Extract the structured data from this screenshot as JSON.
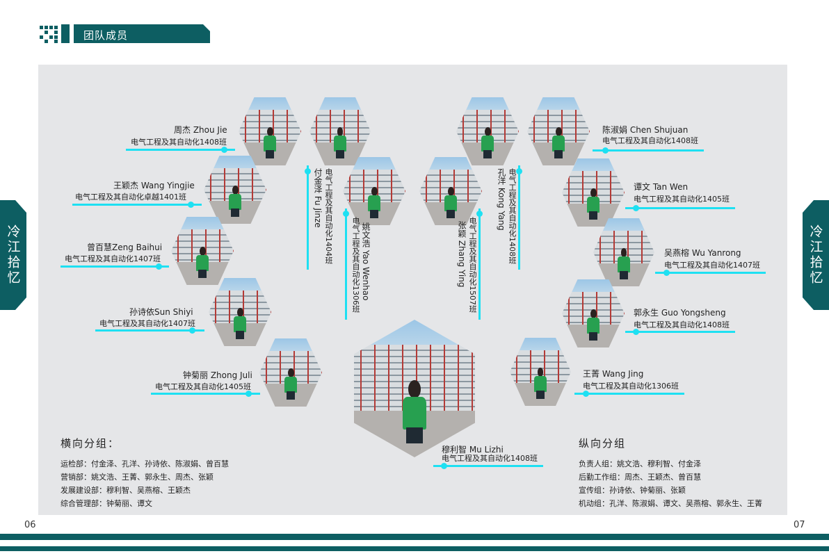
{
  "header": {
    "title": "团队成员"
  },
  "side_tab": {
    "left": "冷江拾忆",
    "right": "冷江拾忆"
  },
  "members": [
    {
      "name": "周杰 Zhou Jie",
      "class": "电气工程及其自动化1408班"
    },
    {
      "name": "王颖杰 Wang Yingjie",
      "class": "电气工程及其自动化卓越1401班"
    },
    {
      "name": "曾百慧Zeng Baihui",
      "class": "电气工程及其自动化1407班"
    },
    {
      "name": "孙诗依Sun Shiyi",
      "class": "电气工程及其自动化1407班"
    },
    {
      "name": "钟菊丽 Zhong Juli",
      "class": "电气工程及其自动化1405班"
    },
    {
      "name": "付金泽 Fu Jinze",
      "class": "电气工程及其自动化1404班"
    },
    {
      "name": "姚文浩 Yao Wenhao",
      "class": "电气工程及其自动化1306班"
    },
    {
      "name": "张颖 Zhang Ying",
      "class": "电气工程及其自动化1507班"
    },
    {
      "name": "孔洋 Kong Yang",
      "class": "电气工程及其自动化1408班"
    },
    {
      "name": "陈淑娟 Chen Shujuan",
      "class": "电气工程及其自动化1408班"
    },
    {
      "name": "谭文 Tan Wen",
      "class": "电气工程及其自动化1405班"
    },
    {
      "name": "吴燕榕 Wu Yanrong",
      "class": "电气工程及其自动化1407班"
    },
    {
      "name": "郭永生 Guo Yongsheng",
      "class": "电气工程及其自动化1408班"
    },
    {
      "name": "王菁 Wang Jing",
      "class": "电气工程及其自动化1306班"
    },
    {
      "name": "穆利智 Mu Lizhi",
      "class": "电气工程及其自动化1408班"
    }
  ],
  "horizontal_groups": {
    "title": "横向分组：",
    "lines": [
      "运检部：付金泽、孔洋、孙诗依、陈淑娟、曾百慧",
      "营销部：姚文浩、王菁、郭永生、周杰、张颖",
      "发展建设部：穆利智、吴燕榕、王颖杰",
      "综合管理部：钟菊丽、谭文"
    ]
  },
  "vertical_groups": {
    "title": "纵向分组",
    "lines": [
      "负责人组：姚文浩、穆利智、付金泽",
      "后勤工作组：周杰、王颖杰、曾百慧",
      "宣传组：孙诗依、钟菊丽、张颖",
      "机动组：孔洋、陈淑娟、谭文、吴燕榕、郭永生、王菁"
    ]
  },
  "page_numbers": {
    "left": "06",
    "right": "07"
  },
  "colors": {
    "brand": "#0d5e62",
    "accent": "#1ee0f2",
    "panel": "#e5e6e8"
  }
}
